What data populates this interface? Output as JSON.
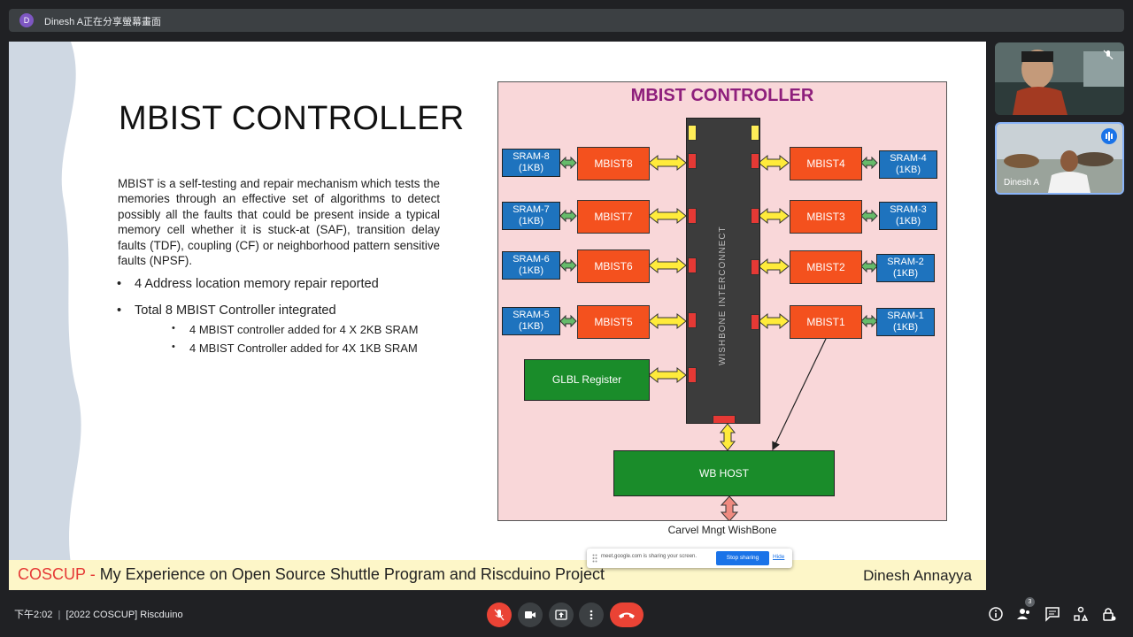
{
  "share_bar": {
    "avatar_letter": "D",
    "text": "Dinesh A正在分享螢幕畫面"
  },
  "slide": {
    "title": "MBIST CONTROLLER",
    "paragraph": "MBIST is a self-testing and repair mechanism which tests the memories through an effective set of algorithms to detect possibly all the faults that could be present inside a typical memory cell whether it is stuck-at (SAF), transition delay faults (TDF), coupling (CF) or neighborhood pattern sensitive faults (NPSF).",
    "bullets": [
      "4 Address location memory repair reported",
      "Total 8 MBIST Controller integrated"
    ],
    "sub_bullets": [
      "4 MBIST controller added for 4 X 2KB SRAM",
      "4 MBIST Controller added for 4X 1KB SRAM"
    ],
    "diagram": {
      "title": "MBIST CONTROLLER",
      "bus_label": "WISHBONE INTERCONNECT",
      "left_mbist": [
        "MBIST8",
        "MBIST7",
        "MBIST6",
        "MBIST5"
      ],
      "left_sram": [
        {
          "l1": "SRAM-8",
          "l2": "(1KB)"
        },
        {
          "l1": "SRAM-7",
          "l2": "(1KB)"
        },
        {
          "l1": "SRAM-6",
          "l2": "(1KB)"
        },
        {
          "l1": "SRAM-5",
          "l2": "(1KB)"
        }
      ],
      "right_mbist": [
        "MBIST4",
        "MBIST3",
        "MBIST2",
        "MBIST1"
      ],
      "right_sram": [
        {
          "l1": "SRAM-4",
          "l2": "(1KB)"
        },
        {
          "l1": "SRAM-3",
          "l2": "(1KB)"
        },
        {
          "l1": "SRAM-2",
          "l2": "(1KB)"
        },
        {
          "l1": "SRAM-1",
          "l2": "(1KB)"
        }
      ],
      "glbl": "GLBL Register",
      "wb_host": "WB HOST",
      "bottom_label": "Carvel Mngt WishBone"
    },
    "footer": {
      "brand": "COSCUP",
      "dash": " - ",
      "talk": "My Experience on Open Source Shuttle Program and Riscduino Project",
      "speaker": "Dinesh Annayya"
    }
  },
  "share_notice": {
    "text": "meet.google.com is sharing your screen.",
    "stop": "Stop sharing",
    "hide": "Hide"
  },
  "participants": [
    {
      "name": "",
      "muted": true
    },
    {
      "name": "Dinesh A",
      "speaking": true
    }
  ],
  "bottom_bar": {
    "time": "下午2:02",
    "separator": "|",
    "meeting_title": "[2022 COSCUP] Riscduino",
    "people_count": "3"
  },
  "colors": {
    "accent_red": "#ea4335",
    "accent_blue": "#1a73e8",
    "brand_red": "#e53935",
    "title_purple": "#8e1f7c"
  }
}
